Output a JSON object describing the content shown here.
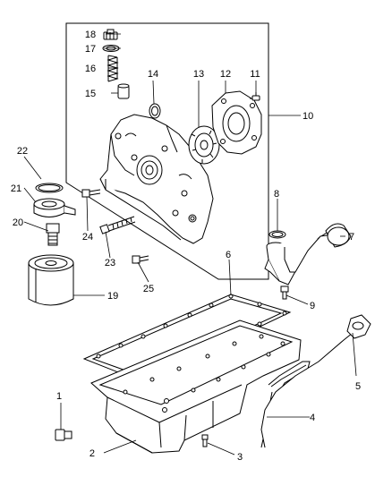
{
  "diagram": {
    "callouts": [
      {
        "id": "1",
        "label": "1"
      },
      {
        "id": "2",
        "label": "2"
      },
      {
        "id": "3",
        "label": "3"
      },
      {
        "id": "4",
        "label": "4"
      },
      {
        "id": "5",
        "label": "5"
      },
      {
        "id": "6",
        "label": "6"
      },
      {
        "id": "7",
        "label": "7"
      },
      {
        "id": "8",
        "label": "8"
      },
      {
        "id": "9",
        "label": "9"
      },
      {
        "id": "10",
        "label": "10"
      },
      {
        "id": "11",
        "label": "11"
      },
      {
        "id": "12",
        "label": "12"
      },
      {
        "id": "13",
        "label": "13"
      },
      {
        "id": "14",
        "label": "14"
      },
      {
        "id": "15",
        "label": "15"
      },
      {
        "id": "16",
        "label": "16"
      },
      {
        "id": "17",
        "label": "17"
      },
      {
        "id": "18",
        "label": "18"
      },
      {
        "id": "19",
        "label": "19"
      },
      {
        "id": "20",
        "label": "20"
      },
      {
        "id": "21",
        "label": "21"
      },
      {
        "id": "22",
        "label": "22"
      },
      {
        "id": "23",
        "label": "23"
      },
      {
        "id": "24",
        "label": "24"
      },
      {
        "id": "25",
        "label": "25"
      }
    ],
    "colors": {
      "line": "#000000",
      "background": "#ffffff"
    }
  }
}
